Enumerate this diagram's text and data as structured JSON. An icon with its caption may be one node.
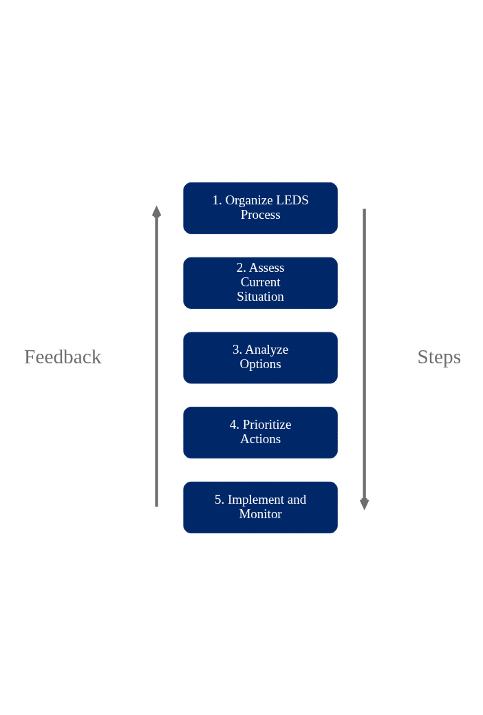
{
  "diagram": {
    "nodes": [
      {
        "text": [
          "1. Organize LEDS Process"
        ]
      },
      {
        "text": [
          "2. Assess Current Situation"
        ]
      },
      {
        "text": [
          "3. Analyze Options"
        ]
      },
      {
        "text": [
          "4. Prioritize Actions"
        ]
      },
      {
        "text": [
          "5. Implement and Monitor"
        ]
      }
    ],
    "edges": [],
    "labels": [
      "Feedback",
      "Steps"
    ]
  }
}
